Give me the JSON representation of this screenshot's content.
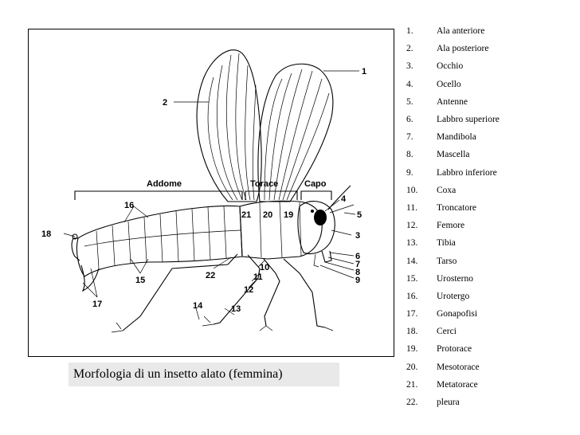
{
  "caption": "Morfologia di un insetto alato (femmina)",
  "regions": {
    "abdomen": "Addome",
    "thorax": "Torace",
    "head": "Capo"
  },
  "segments": {
    "s21": "21",
    "s20": "20",
    "s19": "19"
  },
  "labels": [
    "1",
    "2",
    "3",
    "4",
    "5",
    "6",
    "7",
    "8",
    "9",
    "10",
    "11",
    "12",
    "13",
    "14",
    "15",
    "16",
    "17",
    "18",
    "22"
  ],
  "legend": [
    {
      "num": "1.",
      "text": "Ala anteriore"
    },
    {
      "num": "2.",
      "text": " Ala posteriore"
    },
    {
      "num": "3.",
      "text": " Occhio"
    },
    {
      "num": "4.",
      "text": "Ocello"
    },
    {
      "num": "5.",
      "text": "Antenne"
    },
    {
      "num": "6.",
      "text": "Labbro superiore"
    },
    {
      "num": "7.",
      "text": "Mandibola"
    },
    {
      "num": "8.",
      "text": "Mascella"
    },
    {
      "num": "9.",
      "text": "Labbro inferiore"
    },
    {
      "num": "10.",
      "text": "Coxa"
    },
    {
      "num": "11.",
      "text": "Troncatore"
    },
    {
      "num": "12.",
      "text": "Femore"
    },
    {
      "num": "13.",
      "text": "Tibia"
    },
    {
      "num": "14.",
      "text": "Tarso"
    },
    {
      "num": "15.",
      "text": "Urosterno"
    },
    {
      "num": "16.",
      "text": "Urotergo"
    },
    {
      "num": "17.",
      "text": "Gonapofisi"
    },
    {
      "num": "18.",
      "text": "Cerci"
    },
    {
      "num": "19.",
      "text": "Protorace"
    },
    {
      "num": "20.",
      "text": "Mesotorace"
    },
    {
      "num": "21.",
      "text": "Metatorace"
    },
    {
      "num": "22.",
      "text": "pleura"
    }
  ]
}
